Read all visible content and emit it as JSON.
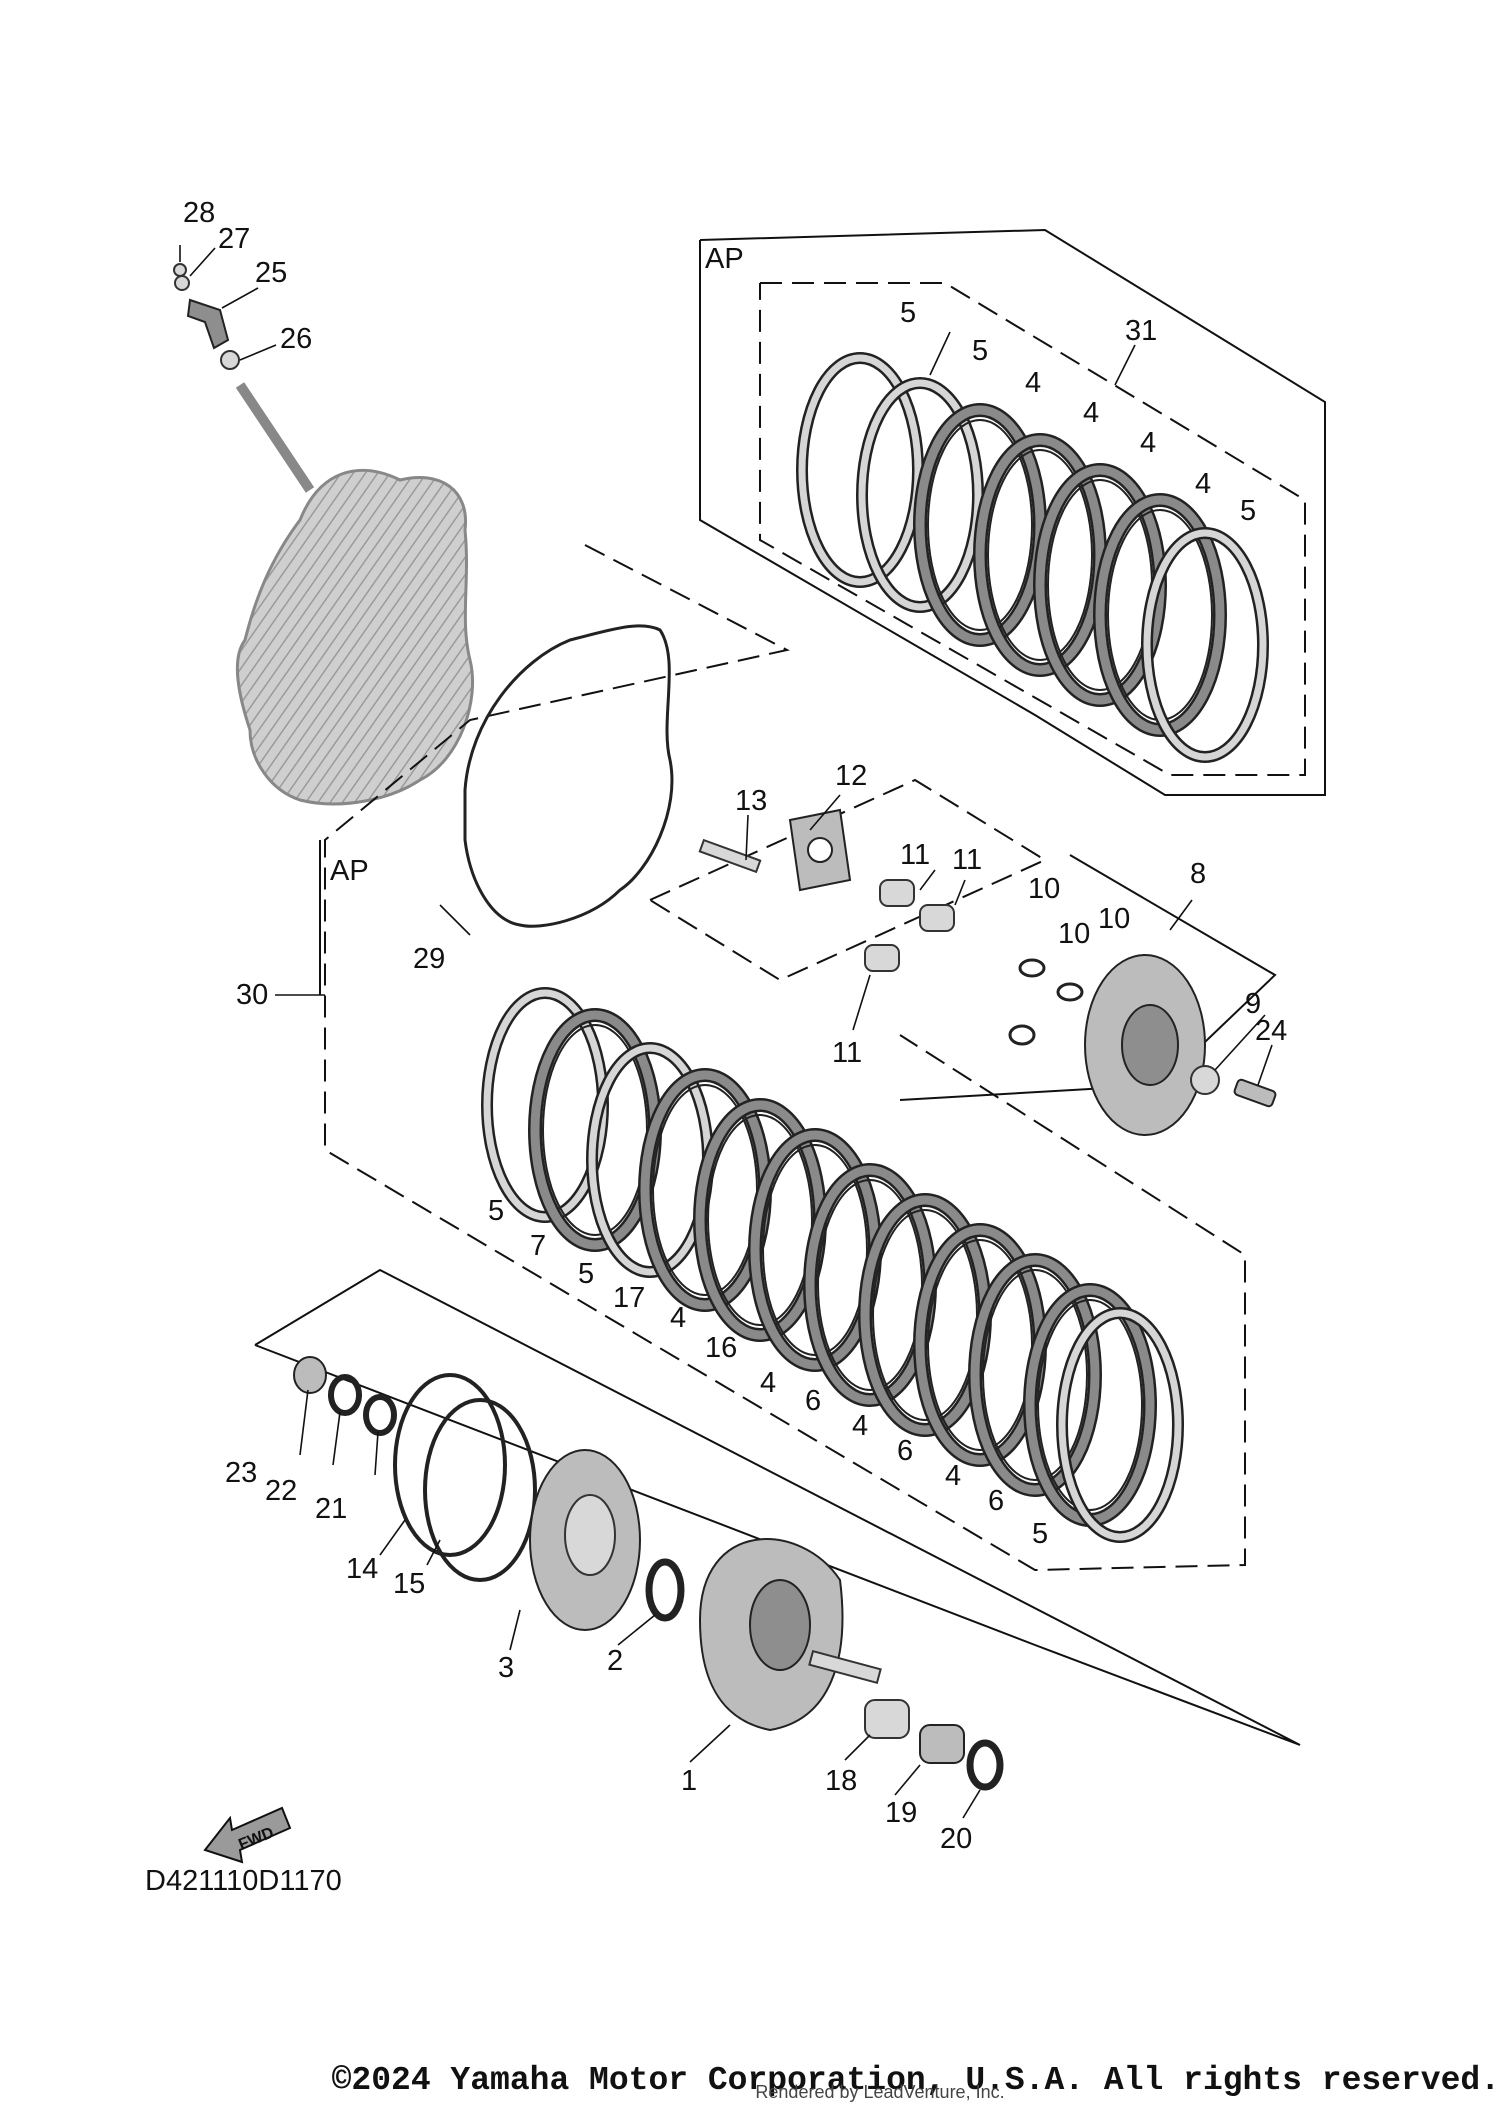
{
  "callouts": {
    "c1": "1",
    "c2": "2",
    "c3": "3",
    "c4a": "4",
    "c4b": "4",
    "c4c": "4",
    "c4d": "4",
    "c4e": "4",
    "c4f": "4",
    "c4g": "4",
    "c4h": "4",
    "c5a": "5",
    "c5b": "5",
    "c5c": "5",
    "c5d": "5",
    "c5e": "5",
    "c5f": "5",
    "c6a": "6",
    "c6b": "6",
    "c6c": "6",
    "c7": "7",
    "c8": "8",
    "c9": "9",
    "c10a": "10",
    "c10b": "10",
    "c10c": "10",
    "c11a": "11",
    "c11b": "11",
    "c11c": "11",
    "c12": "12",
    "c13": "13",
    "c14": "14",
    "c15": "15",
    "c16": "16",
    "c17": "17",
    "c18": "18",
    "c19": "19",
    "c20": "20",
    "c21": "21",
    "c22": "22",
    "c23": "23",
    "c24": "24",
    "c25": "25",
    "c26": "26",
    "c27": "27",
    "c28": "28",
    "c29": "29",
    "c30": "30",
    "c31": "31"
  },
  "groups": {
    "ap_top": "AP",
    "ap_main": "AP"
  },
  "diagram_code": "D421110D1170",
  "fwd_label": "FWD",
  "copyright": "©2024 Yamaha Motor Corporation, U.S.A. All rights reserved.",
  "rendered_by": "Rendered by LeadVenture, Inc."
}
